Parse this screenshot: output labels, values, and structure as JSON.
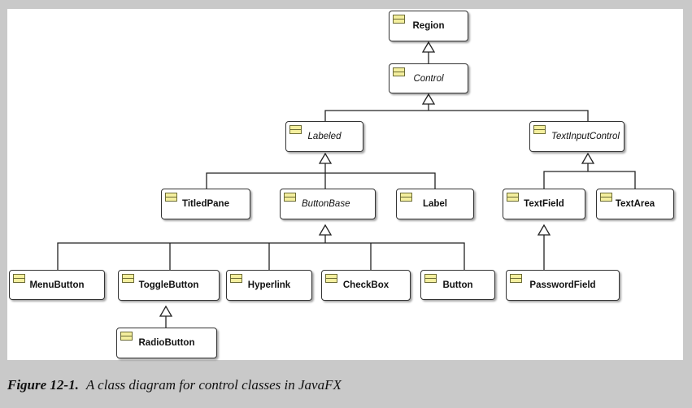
{
  "diagram": {
    "classes": {
      "region": "Region",
      "control": "Control",
      "labeled": "Labeled",
      "text_input_control": "TextInputControl",
      "titled_pane": "TitledPane",
      "button_base": "ButtonBase",
      "label": "Label",
      "text_field": "TextField",
      "text_area": "TextArea",
      "menu_button": "MenuButton",
      "toggle_button": "ToggleButton",
      "hyperlink": "Hyperlink",
      "check_box": "CheckBox",
      "button": "Button",
      "password_field": "PasswordField",
      "radio_button": "RadioButton"
    },
    "abstract_classes": [
      "Control",
      "Labeled",
      "TextInputControl",
      "ButtonBase"
    ],
    "relations": [
      {
        "child": "Control",
        "parent": "Region"
      },
      {
        "child": "Labeled",
        "parent": "Control"
      },
      {
        "child": "TextInputControl",
        "parent": "Control"
      },
      {
        "child": "TitledPane",
        "parent": "Labeled"
      },
      {
        "child": "ButtonBase",
        "parent": "Labeled"
      },
      {
        "child": "Label",
        "parent": "Labeled"
      },
      {
        "child": "TextField",
        "parent": "TextInputControl"
      },
      {
        "child": "TextArea",
        "parent": "TextInputControl"
      },
      {
        "child": "MenuButton",
        "parent": "ButtonBase"
      },
      {
        "child": "ToggleButton",
        "parent": "ButtonBase"
      },
      {
        "child": "Hyperlink",
        "parent": "ButtonBase"
      },
      {
        "child": "CheckBox",
        "parent": "ButtonBase"
      },
      {
        "child": "Button",
        "parent": "ButtonBase"
      },
      {
        "child": "PasswordField",
        "parent": "TextField"
      },
      {
        "child": "RadioButton",
        "parent": "ToggleButton"
      }
    ]
  },
  "caption": {
    "figure_number": "Figure 12-1.",
    "text": "A class diagram for control classes in JavaFX"
  },
  "colors": {
    "background": "#c9c9c9",
    "canvas": "#ffffff",
    "class_icon_fill": "#f4ef9e",
    "line": "#222222"
  }
}
